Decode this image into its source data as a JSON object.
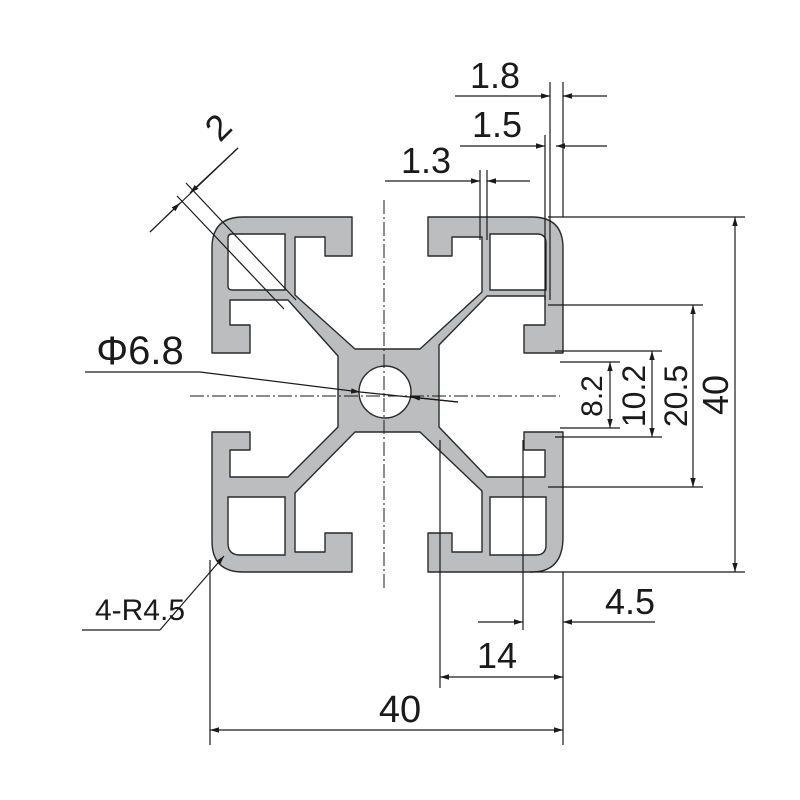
{
  "diagram": {
    "colors": {
      "profile_fill": "#bcbdbe",
      "outline": "#2a2a2a",
      "dimension": "#1a1a1a",
      "background": "#ffffff"
    },
    "dimensions": {
      "overall_width": "40",
      "overall_height": "40",
      "slot_opening": "14",
      "lip_offset": "4.5",
      "wall_1_8": "1.8",
      "wall_1_5": "1.5",
      "wall_1_3": "1.3",
      "diagonal_web": "2",
      "center_bore": "Φ6.8",
      "corner_radius": "4-R4.5",
      "core_8_2": "8.2",
      "core_10_2": "10.2",
      "slot_20_5": "20.5"
    }
  }
}
